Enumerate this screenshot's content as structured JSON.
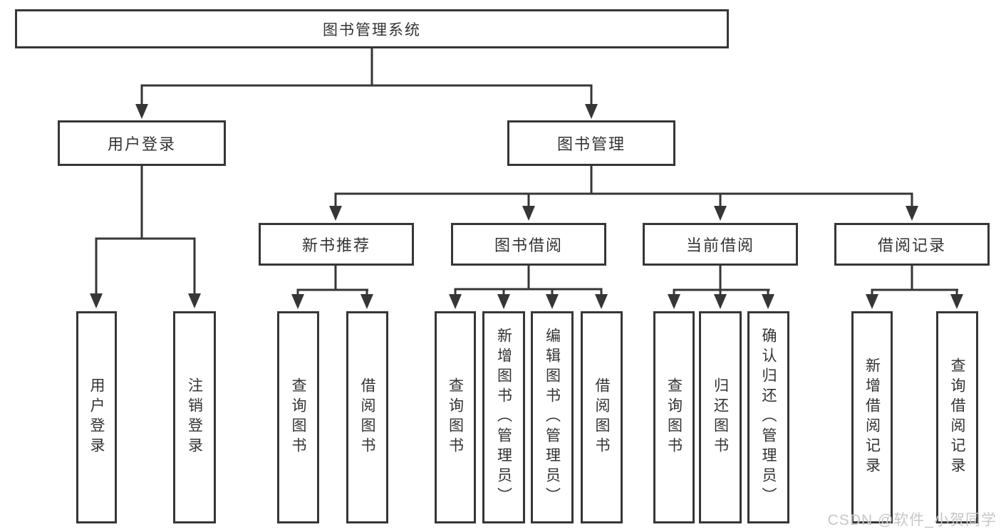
{
  "colors": {
    "line": "#363636",
    "node_border": "#363636",
    "node_background": "#ffffff",
    "text": "#333333",
    "page_background": "#ffffff",
    "watermark": "#c6c6c6"
  },
  "tree": {
    "label": "图书管理系统",
    "children": [
      {
        "label": "用户登录",
        "children": [
          {
            "label": "用户登录"
          },
          {
            "label": "注销登录"
          }
        ]
      },
      {
        "label": "图书管理",
        "children": [
          {
            "label": "新书推荐",
            "children": [
              {
                "label": "查询图书"
              },
              {
                "label": "借阅图书"
              }
            ]
          },
          {
            "label": "图书借阅",
            "children": [
              {
                "label": "查询图书"
              },
              {
                "label": "新增图书（管理员）"
              },
              {
                "label": "编辑图书（管理员）"
              },
              {
                "label": "借阅图书"
              }
            ]
          },
          {
            "label": "当前借阅",
            "children": [
              {
                "label": "查询图书"
              },
              {
                "label": "归还图书"
              },
              {
                "label": "确认归还（管理员）"
              }
            ]
          },
          {
            "label": "借阅记录",
            "children": [
              {
                "label": "新增借阅记录"
              },
              {
                "label": "查询借阅记录"
              }
            ]
          }
        ]
      }
    ]
  },
  "watermark": {
    "text": "CSDN @软件_小贺同学"
  }
}
